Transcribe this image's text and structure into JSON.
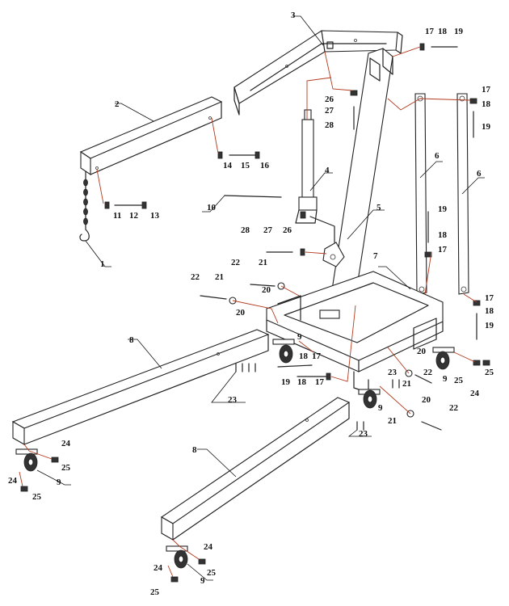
{
  "diagram": {
    "callouts": [
      {
        "id": "c1",
        "text": "1"
      },
      {
        "id": "c2",
        "text": "2"
      },
      {
        "id": "c3",
        "text": "3"
      },
      {
        "id": "c4",
        "text": "4"
      },
      {
        "id": "c5",
        "text": "5"
      },
      {
        "id": "c6a",
        "text": "6"
      },
      {
        "id": "c6b",
        "text": "6"
      },
      {
        "id": "c7",
        "text": "7"
      },
      {
        "id": "c8a",
        "text": "8"
      },
      {
        "id": "c8b",
        "text": "8"
      },
      {
        "id": "c9a",
        "text": "9"
      },
      {
        "id": "c9b",
        "text": "9"
      },
      {
        "id": "c9c",
        "text": "9"
      },
      {
        "id": "c9d",
        "text": "9"
      },
      {
        "id": "c9e",
        "text": "9"
      },
      {
        "id": "c10",
        "text": "10"
      },
      {
        "id": "c11",
        "text": "11"
      },
      {
        "id": "c12",
        "text": "12"
      },
      {
        "id": "c13",
        "text": "13"
      },
      {
        "id": "c14",
        "text": "14"
      },
      {
        "id": "c15",
        "text": "15"
      },
      {
        "id": "c16",
        "text": "16"
      },
      {
        "id": "c17a",
        "text": "17"
      },
      {
        "id": "c18a",
        "text": "18"
      },
      {
        "id": "c19a",
        "text": "19"
      },
      {
        "id": "c17b",
        "text": "17"
      },
      {
        "id": "c18b",
        "text": "18"
      },
      {
        "id": "c19b",
        "text": "19"
      },
      {
        "id": "c19c",
        "text": "19"
      },
      {
        "id": "c18c",
        "text": "18"
      },
      {
        "id": "c17c",
        "text": "17"
      },
      {
        "id": "c17d",
        "text": "17"
      },
      {
        "id": "c18d",
        "text": "18"
      },
      {
        "id": "c19d",
        "text": "19"
      },
      {
        "id": "c18e",
        "text": "18"
      },
      {
        "id": "c17e",
        "text": "17"
      },
      {
        "id": "c19e",
        "text": "19"
      },
      {
        "id": "c18f",
        "text": "18"
      },
      {
        "id": "c17f",
        "text": "17"
      },
      {
        "id": "c20a",
        "text": "20"
      },
      {
        "id": "c20b",
        "text": "20"
      },
      {
        "id": "c20c",
        "text": "20"
      },
      {
        "id": "c20d",
        "text": "20"
      },
      {
        "id": "c21a",
        "text": "21"
      },
      {
        "id": "c21b",
        "text": "21"
      },
      {
        "id": "c21c",
        "text": "21"
      },
      {
        "id": "c21d",
        "text": "21"
      },
      {
        "id": "c22a",
        "text": "22"
      },
      {
        "id": "c22b",
        "text": "22"
      },
      {
        "id": "c22c",
        "text": "22"
      },
      {
        "id": "c22d",
        "text": "22"
      },
      {
        "id": "c23a",
        "text": "23"
      },
      {
        "id": "c23b",
        "text": "23"
      },
      {
        "id": "c23c",
        "text": "23"
      },
      {
        "id": "c24a",
        "text": "24"
      },
      {
        "id": "c24b",
        "text": "24"
      },
      {
        "id": "c24c",
        "text": "24"
      },
      {
        "id": "c24d",
        "text": "24"
      },
      {
        "id": "c24e",
        "text": "24"
      },
      {
        "id": "c25a",
        "text": "25"
      },
      {
        "id": "c25b",
        "text": "25"
      },
      {
        "id": "c25c",
        "text": "25"
      },
      {
        "id": "c25d",
        "text": "25"
      },
      {
        "id": "c25e",
        "text": "25"
      },
      {
        "id": "c25f",
        "text": "25"
      },
      {
        "id": "c26a",
        "text": "26"
      },
      {
        "id": "c26b",
        "text": "26"
      },
      {
        "id": "c27a",
        "text": "27"
      },
      {
        "id": "c27b",
        "text": "27"
      },
      {
        "id": "c28a",
        "text": "28"
      },
      {
        "id": "c28b",
        "text": "28"
      }
    ]
  }
}
